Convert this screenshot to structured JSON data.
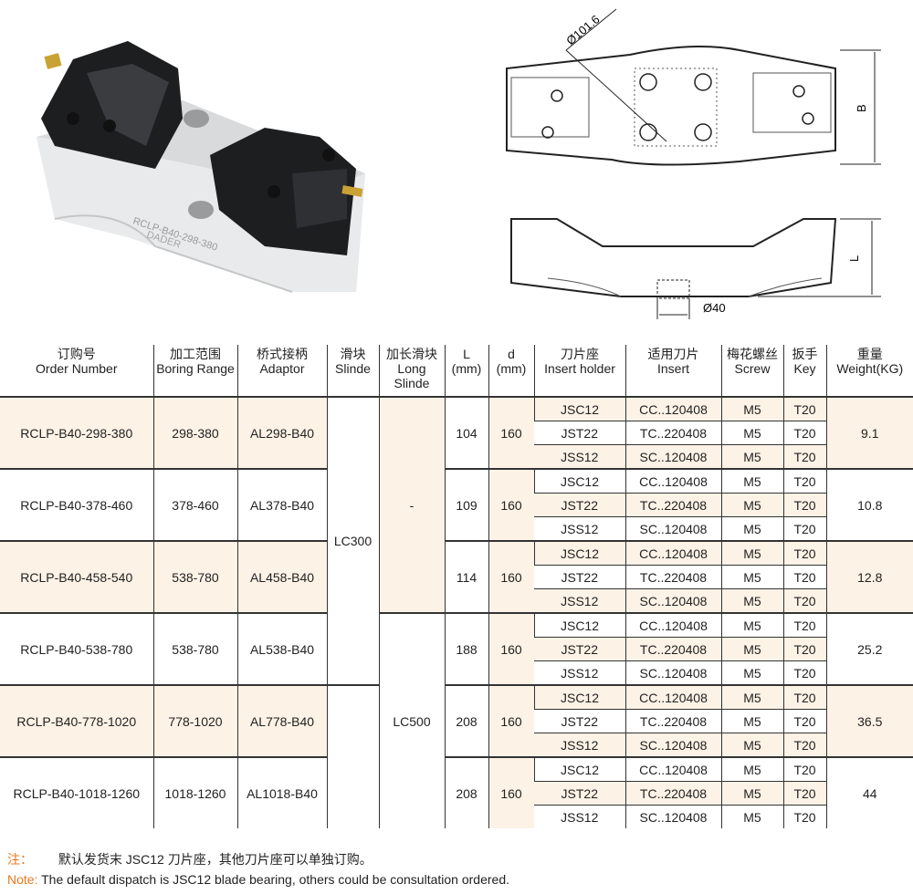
{
  "photo": {
    "engraving": "RCLP-B40-298-380",
    "brand_logo": "DADER"
  },
  "drawing": {
    "dim_diameter_top": "Ø101.6",
    "dim_b": "B",
    "dim_l": "L",
    "dim_diameter_bottom": "Ø40"
  },
  "colors": {
    "shade": "#fdf2e6",
    "note": "#e8781e",
    "border": "#333333"
  },
  "table": {
    "headers": [
      {
        "cn": "订购号",
        "en": "Order Number"
      },
      {
        "cn": "加工范围",
        "en": "Boring Range"
      },
      {
        "cn": "桥式接柄",
        "en": "Adaptor"
      },
      {
        "cn": "滑块",
        "en": "Slinde"
      },
      {
        "cn": "加长滑块",
        "en": "Long Slinde"
      },
      {
        "cn": "L",
        "en": "(mm)"
      },
      {
        "cn": "d",
        "en": "(mm)"
      },
      {
        "cn": "刀片座",
        "en": "Insert holder"
      },
      {
        "cn": "适用刀片",
        "en": "Insert"
      },
      {
        "cn": "梅花螺丝",
        "en": "Screw"
      },
      {
        "cn": "扳手",
        "en": "Key"
      },
      {
        "cn": "重量",
        "en": "Weight(KG)"
      }
    ],
    "slide_values": [
      {
        "label": "LC300",
        "groups": 4
      }
    ],
    "long_slide_values": [
      {
        "label": "-",
        "groups": 3
      },
      {
        "label": "LC500",
        "groups": 3
      }
    ],
    "groups": [
      {
        "order": "RCLP-B40-298-380",
        "range": "298-380",
        "adaptor": "AL298-B40",
        "L": "104",
        "d": "160",
        "weight": "9.1",
        "rows": [
          [
            "JSC12",
            "CC..120408",
            "M5",
            "T20"
          ],
          [
            "JST22",
            "TC..220408",
            "M5",
            "T20"
          ],
          [
            "JSS12",
            "SC..120408",
            "M5",
            "T20"
          ]
        ]
      },
      {
        "order": "RCLP-B40-378-460",
        "range": "378-460",
        "adaptor": "AL378-B40",
        "L": "109",
        "d": "160",
        "weight": "10.8",
        "rows": [
          [
            "JSC12",
            "CC..120408",
            "M5",
            "T20"
          ],
          [
            "JST22",
            "TC..220408",
            "M5",
            "T20"
          ],
          [
            "JSS12",
            "SC..120408",
            "M5",
            "T20"
          ]
        ]
      },
      {
        "order": "RCLP-B40-458-540",
        "range": "538-780",
        "adaptor": "AL458-B40",
        "L": "114",
        "d": "160",
        "weight": "12.8",
        "rows": [
          [
            "JSC12",
            "CC..120408",
            "M5",
            "T20"
          ],
          [
            "JST22",
            "TC..220408",
            "M5",
            "T20"
          ],
          [
            "JSS12",
            "SC..120408",
            "M5",
            "T20"
          ]
        ]
      },
      {
        "order": "RCLP-B40-538-780",
        "range": "538-780",
        "adaptor": "AL538-B40",
        "L": "188",
        "d": "160",
        "weight": "25.2",
        "rows": [
          [
            "JSC12",
            "CC..120408",
            "M5",
            "T20"
          ],
          [
            "JST22",
            "TC..220408",
            "M5",
            "T20"
          ],
          [
            "JSS12",
            "SC..120408",
            "M5",
            "T20"
          ]
        ]
      },
      {
        "order": "RCLP-B40-778-1020",
        "range": "778-1020",
        "adaptor": "AL778-B40",
        "L": "208",
        "d": "160",
        "weight": "36.5",
        "rows": [
          [
            "JSC12",
            "CC..120408",
            "M5",
            "T20"
          ],
          [
            "JST22",
            "TC..220408",
            "M5",
            "T20"
          ],
          [
            "JSS12",
            "SC..120408",
            "M5",
            "T20"
          ]
        ]
      },
      {
        "order": "RCLP-B40-1018-1260",
        "range": "1018-1260",
        "adaptor": "AL1018-B40",
        "L": "208",
        "d": "160",
        "weight": "44",
        "rows": [
          [
            "JSC12",
            "CC..120408",
            "M5",
            "T20"
          ],
          [
            "JST22",
            "TC..220408",
            "M5",
            "T20"
          ],
          [
            "JSS12",
            "SC..120408",
            "M5",
            "T20"
          ]
        ]
      }
    ]
  },
  "notes": {
    "cn_label": "注：",
    "cn_text": "默认发货末 JSC12 刀片座，其他刀片座可以单独订购。",
    "en_label": "Note:",
    "en_text": "The default dispatch is JSC12 blade bearing, others could be consultation ordered."
  }
}
